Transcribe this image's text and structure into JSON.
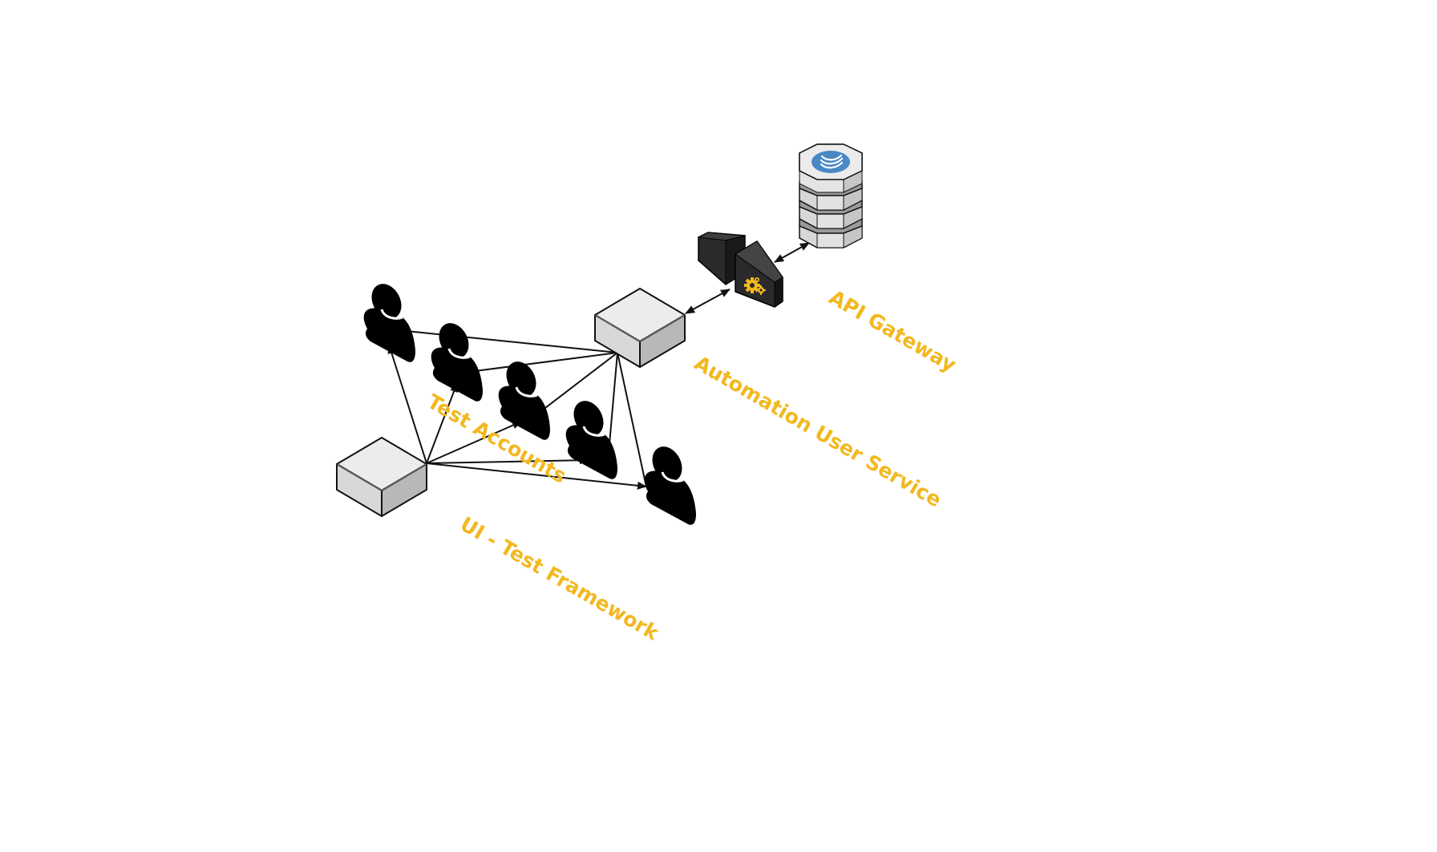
{
  "diagram": {
    "labels": {
      "test_accounts": "Test Accounts",
      "ui_test_framework": "UI - Test Framework",
      "automation_user_service": "Automation User Service",
      "api_gateway": "API Gateway"
    },
    "nodes": [
      {
        "id": "ui-test-framework",
        "type": "isometric-box"
      },
      {
        "id": "automation-user-service",
        "type": "isometric-box"
      },
      {
        "id": "api-gateway",
        "type": "gateway-icon"
      },
      {
        "id": "database",
        "type": "database-stack-icon"
      },
      {
        "id": "test-account-1",
        "type": "user-icon"
      },
      {
        "id": "test-account-2",
        "type": "user-icon"
      },
      {
        "id": "test-account-3",
        "type": "user-icon"
      },
      {
        "id": "test-account-4",
        "type": "user-icon"
      },
      {
        "id": "test-account-5",
        "type": "user-icon"
      }
    ],
    "colors": {
      "label": "#f2b81f",
      "box_top": "#ececec",
      "box_left": "#d8d8d8",
      "box_right": "#b8b8b8",
      "db_badge": "#4a87c5",
      "gear": "#f2b81f"
    }
  }
}
